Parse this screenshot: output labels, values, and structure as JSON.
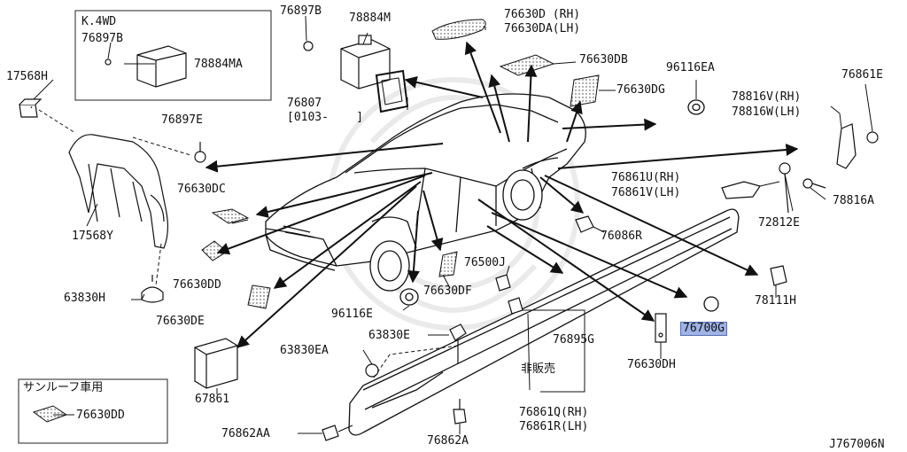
{
  "diagram_code": "J767006N",
  "inset_4wd": {
    "title": "K.4WD",
    "parts": [
      "76897B",
      "78884MA"
    ]
  },
  "inset_sunroof": {
    "title": "サンルーフ車用",
    "part": "76630DD"
  },
  "highlight_part": "76700G",
  "not_for_sale_note": "非販売",
  "labels": [
    {
      "id": "17568H",
      "text": "17568H"
    },
    {
      "id": "17568Y",
      "text": "17568Y"
    },
    {
      "id": "63830H",
      "text": "63830H"
    },
    {
      "id": "76897B",
      "text": "76897B"
    },
    {
      "id": "78884M",
      "text": "78884M"
    },
    {
      "id": "76897E",
      "text": "76897E"
    },
    {
      "id": "76807",
      "text": "76807"
    },
    {
      "id": "76807_note",
      "text": "[0103-    ]"
    },
    {
      "id": "76630DC",
      "text": "76630DC"
    },
    {
      "id": "76630DD",
      "text": "76630DD"
    },
    {
      "id": "76630DE",
      "text": "76630DE"
    },
    {
      "id": "76630D",
      "text": "76630D (RH)"
    },
    {
      "id": "76630DA",
      "text": "76630DA(LH)"
    },
    {
      "id": "76630DB",
      "text": "76630DB"
    },
    {
      "id": "76630DG",
      "text": "76630DG"
    },
    {
      "id": "96116EA",
      "text": "96116EA"
    },
    {
      "id": "76861E",
      "text": "76861E"
    },
    {
      "id": "78816V",
      "text": "78816V(RH)"
    },
    {
      "id": "78816W",
      "text": "78816W(LH)"
    },
    {
      "id": "76861U",
      "text": "76861U(RH)"
    },
    {
      "id": "76861V",
      "text": "76861V(LH)"
    },
    {
      "id": "78816A",
      "text": "78816A"
    },
    {
      "id": "72812E",
      "text": "72812E"
    },
    {
      "id": "76086R",
      "text": "76086R"
    },
    {
      "id": "78111H",
      "text": "78111H"
    },
    {
      "id": "76500J",
      "text": "76500J"
    },
    {
      "id": "76630DF",
      "text": "76630DF"
    },
    {
      "id": "96116E",
      "text": "96116E"
    },
    {
      "id": "63830E",
      "text": "63830E"
    },
    {
      "id": "76895G",
      "text": "76895G"
    },
    {
      "id": "63830EA",
      "text": "63830EA"
    },
    {
      "id": "76630DH",
      "text": "76630DH"
    },
    {
      "id": "76861Q",
      "text": "76861Q(RH)"
    },
    {
      "id": "76861R",
      "text": "76861R(LH)"
    },
    {
      "id": "67861",
      "text": "67861"
    },
    {
      "id": "76862AA",
      "text": "76862AA"
    },
    {
      "id": "76862A",
      "text": "76862A"
    }
  ]
}
